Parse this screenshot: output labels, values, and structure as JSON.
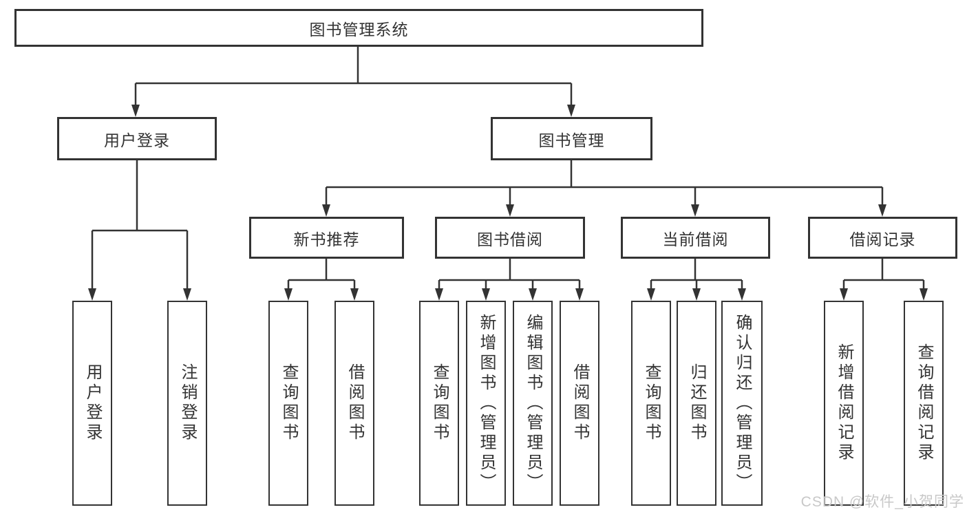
{
  "diagram": {
    "colors": {
      "line": "#333333",
      "text": "#333333",
      "watermark": "#c8c8c8",
      "background": "#ffffff"
    },
    "root": {
      "label": "图书管理系统"
    },
    "level2": [
      {
        "label": "用户登录"
      },
      {
        "label": "图书管理"
      }
    ],
    "level3": [
      {
        "label": "新书推荐"
      },
      {
        "label": "图书借阅"
      },
      {
        "label": "当前借阅"
      },
      {
        "label": "借阅记录"
      }
    ],
    "leaves": {
      "user_login": [
        {
          "label": "用户登录"
        },
        {
          "label": "注销登录"
        }
      ],
      "new_book_rec": [
        {
          "label": "查询图书"
        },
        {
          "label": "借阅图书"
        }
      ],
      "book_borrow": [
        {
          "label": "查询图书"
        },
        {
          "label": "新增图书（管理员）"
        },
        {
          "label": "编辑图书（管理员）"
        },
        {
          "label": "借阅图书"
        }
      ],
      "current_borrow": [
        {
          "label": "查询图书"
        },
        {
          "label": "归还图书"
        },
        {
          "label": "确认归还（管理员）"
        }
      ],
      "borrow_record": [
        {
          "label": "新增借阅记录"
        },
        {
          "label": "查询借阅记录"
        }
      ]
    },
    "watermark": "CSDN @软件_小贺同学"
  }
}
